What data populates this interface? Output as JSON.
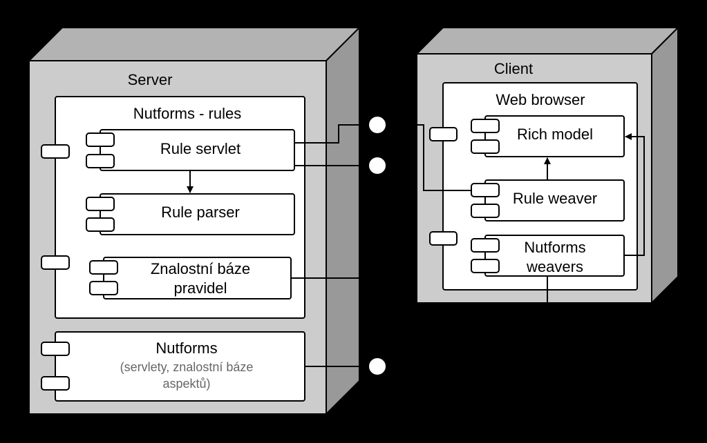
{
  "colors": {
    "background": "#000000",
    "node_front": "#cccccc",
    "node_side": "#999999",
    "node_top": "#b3b3b3",
    "component_fill": "#ffffff",
    "stroke": "#000000",
    "secondary_text": "#666666",
    "interface_fill": "#ffffff"
  },
  "server": {
    "title": "Server",
    "rules_package": {
      "title": "Nutforms - rules",
      "rule_servlet": "Rule servlet",
      "rule_parser": "Rule parser",
      "knowledge_base_line1": "Znalostní báze",
      "knowledge_base_line2": "pravidel"
    },
    "nutforms": {
      "title": "Nutforms",
      "subtitle_line1": "(servlety, znalostní báze",
      "subtitle_line2": "aspektů)"
    }
  },
  "client": {
    "title": "Client",
    "web_browser": {
      "title": "Web browser",
      "rich_model": "Rich model",
      "rule_weaver": "Rule weaver",
      "nutforms_weavers_line1": "Nutforms",
      "nutforms_weavers_line2": "weavers"
    }
  }
}
